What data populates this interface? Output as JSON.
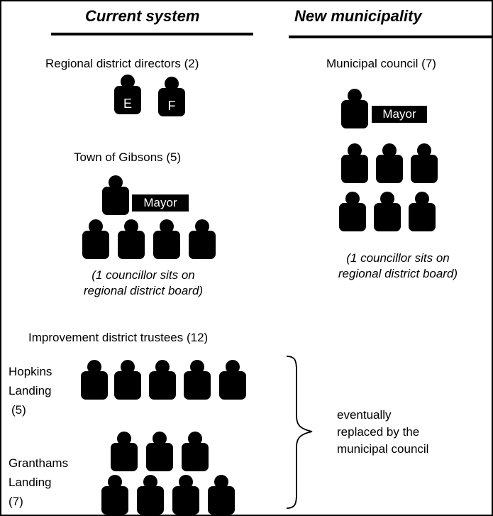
{
  "left_column": {
    "header": "Current system",
    "regional_directors": {
      "title": "Regional district directors (2)",
      "badges": [
        "E",
        "F"
      ]
    },
    "gibsons": {
      "title": "Town of Gibsons (5)",
      "mayor_label": "Mayor",
      "councillor_count": 4,
      "note_line1": "(1 councillor sits on",
      "note_line2": "regional district board)"
    },
    "improvement": {
      "title": "Improvement district trustees (12)",
      "hopkins": {
        "line1": "Hopkins",
        "line2": "Landing",
        "line3": "(5)",
        "count": 5
      },
      "granthams": {
        "line1": "Granthams",
        "line2": "Landing",
        "line3": "(7)",
        "count": 7
      }
    }
  },
  "right_column": {
    "header": "New municipality",
    "council": {
      "title": "Municipal council (7)",
      "mayor_label": "Mayor",
      "councillor_count": 6,
      "note_line1": "(1 councillor sits on",
      "note_line2": "regional district board)"
    },
    "bracket_note_line1": "eventually",
    "bracket_note_line2": "replaced by the",
    "bracket_note_line3": "municipal council"
  },
  "colors": {
    "figure": "#000000",
    "background": "#ffffff"
  }
}
